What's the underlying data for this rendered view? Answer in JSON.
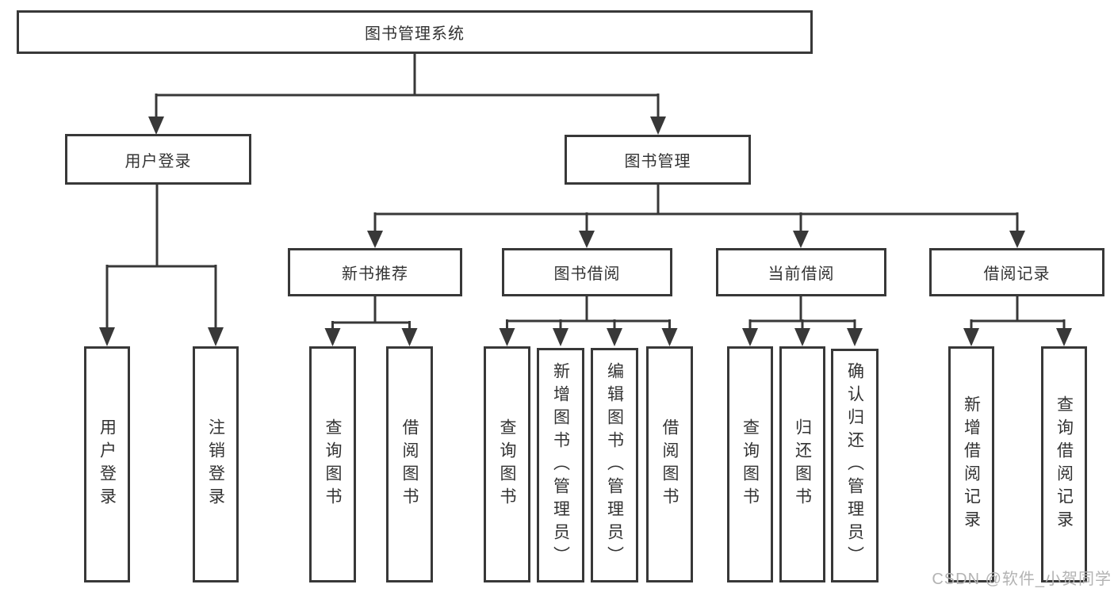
{
  "diagram": {
    "root": {
      "label": "图书管理系统"
    },
    "level2": [
      {
        "label": "用户登录"
      },
      {
        "label": "图书管理"
      }
    ],
    "level3": [
      {
        "label": "新书推荐"
      },
      {
        "label": "图书借阅"
      },
      {
        "label": "当前借阅"
      },
      {
        "label": "借阅记录"
      }
    ],
    "leaves": [
      {
        "label": "用户登录"
      },
      {
        "label": "注销登录"
      },
      {
        "label": "查询图书"
      },
      {
        "label": "借阅图书"
      },
      {
        "label": "查询图书"
      },
      {
        "label": "新增图书（管理员）"
      },
      {
        "label": "编辑图书（管理员）"
      },
      {
        "label": "借阅图书"
      },
      {
        "label": "查询图书"
      },
      {
        "label": "归还图书"
      },
      {
        "label": "确认归还（管理员）"
      },
      {
        "label": "新增借阅记录"
      },
      {
        "label": "查询借阅记录"
      }
    ],
    "line_color": "#383838",
    "text_color": "#333333"
  },
  "watermark": {
    "text": "CSDN @软件_小贺同学"
  }
}
